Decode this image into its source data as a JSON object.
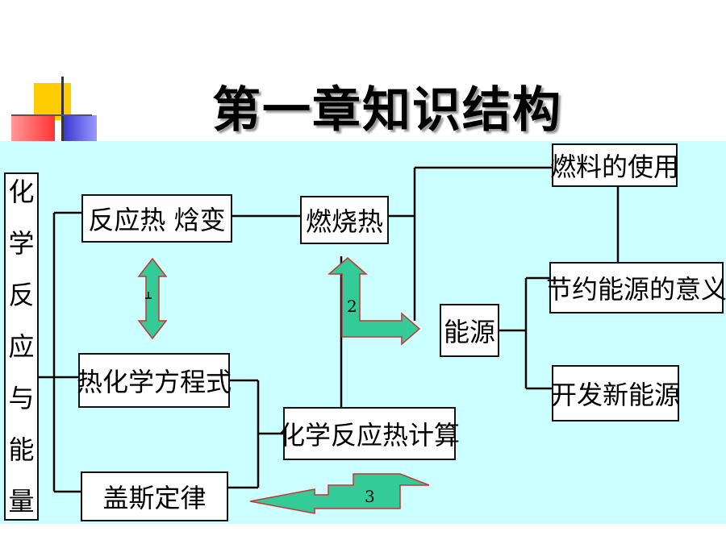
{
  "title": "第一章知识结构",
  "sidebar_title_chars": [
    "化",
    "学",
    "反",
    "应",
    "与",
    "能",
    "量"
  ],
  "nodes": {
    "reaction_heat": "反应热 焓变",
    "thermo_equation": "热化学方程式",
    "hess_law": "盖斯定律",
    "combustion_heat": "燃烧热",
    "heat_calculation": "化学反应热计算",
    "energy": "能源",
    "fuel_use": "燃料的使用",
    "energy_saving": "节约能源的意义",
    "new_energy": "开发新能源"
  },
  "arrow_labels": {
    "arrow_2": "2",
    "arrow_3": "3"
  },
  "colors": {
    "panel": "#ccffff",
    "arrow_fill": "#33cc99",
    "arrow_stroke": "#cc3333",
    "title_shadow": "#9a9a9a"
  }
}
